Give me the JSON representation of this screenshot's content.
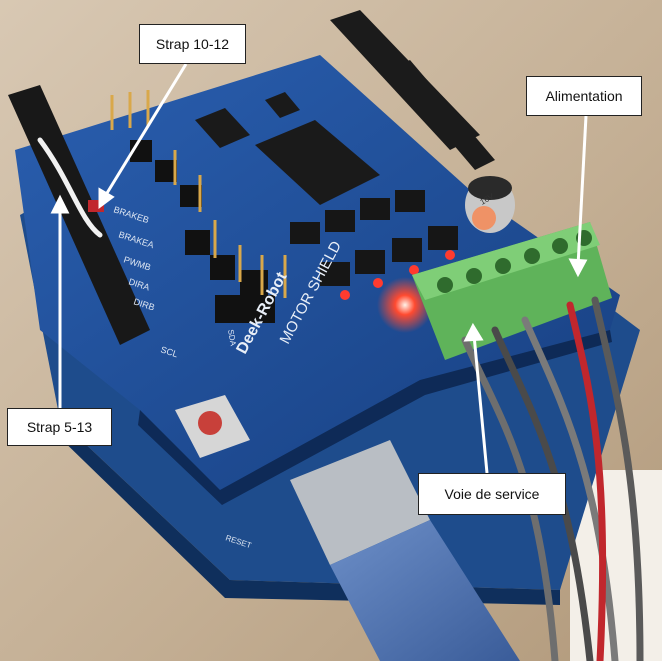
{
  "photo": {
    "board_brand": "Deek-Robot",
    "board_model": "MOTOR SHIELD",
    "silkscreen": {
      "brake_b": "BRAKEB",
      "brake_a": "BRAKEA",
      "pwm_b": "PWMB",
      "dir_a": "DIRA",
      "dir_b": "DIRB",
      "scl": "SCL",
      "sda": "SDA",
      "reset": "RESET",
      "cap": "16V"
    }
  },
  "callouts": {
    "strap_10_12": "Strap 10-12",
    "alimentation": "Alimentation",
    "strap_5_13": "Strap 5-13",
    "voie_de_service": "Voie de service"
  },
  "colors": {
    "table": "#c9b8a3",
    "pcb": "#1f4f9a",
    "terminal": "#5fb35a",
    "led": "#ff3b2f"
  }
}
